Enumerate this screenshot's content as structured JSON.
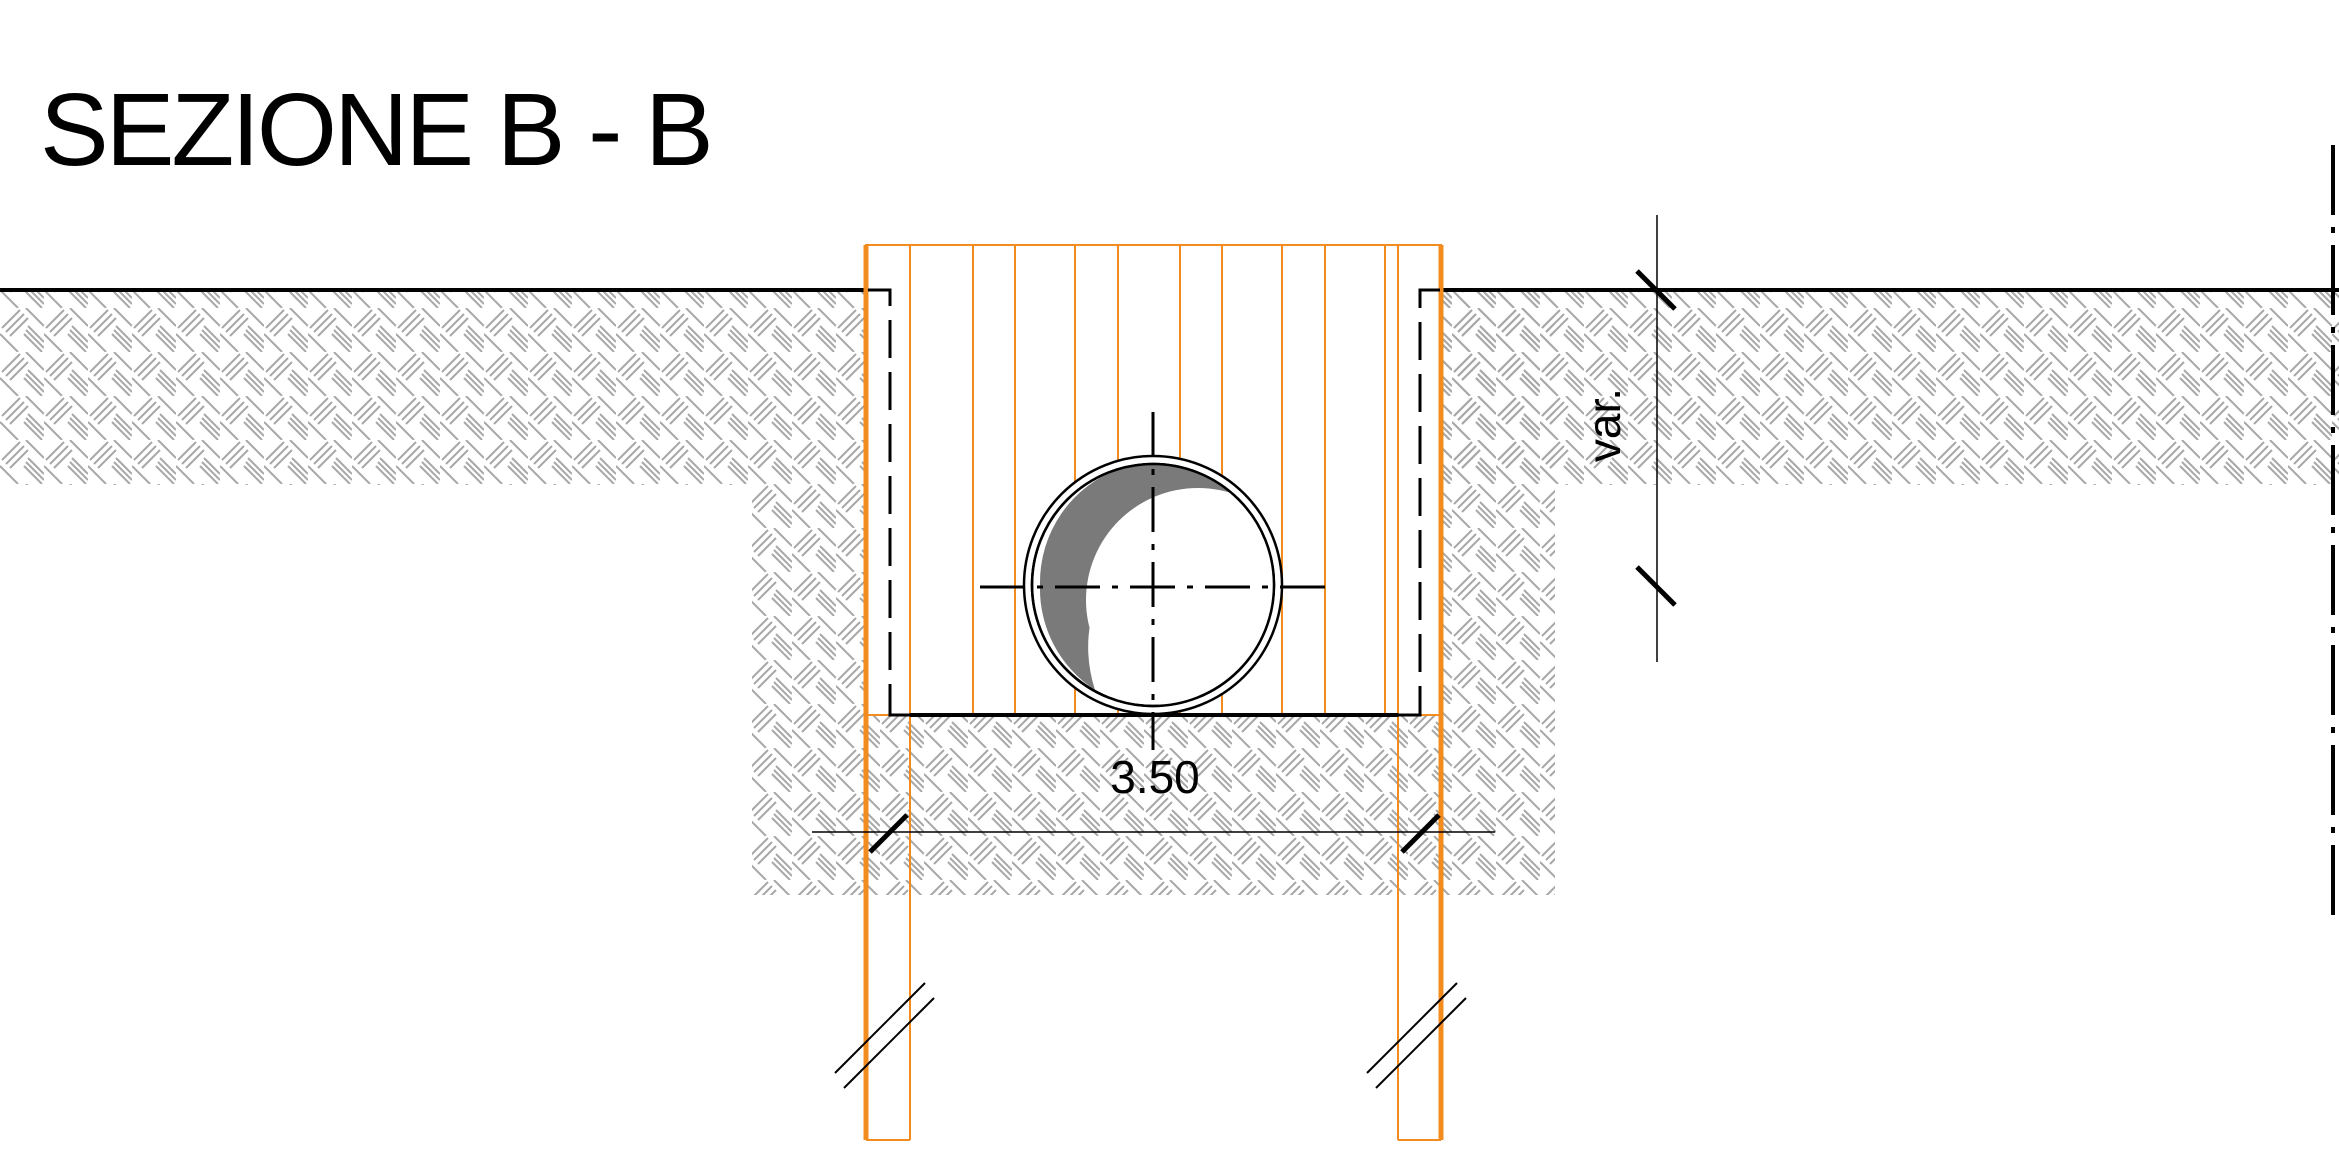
{
  "title": "SEZIONE B - B",
  "dimensions": {
    "width_label": "3.50",
    "depth_label": "var."
  },
  "colors": {
    "sheet_piles": "#f28c1e",
    "soil_hatch": "#a8a8a8",
    "ink": "#000000",
    "pipe_shadow": "#7a7a7a"
  }
}
